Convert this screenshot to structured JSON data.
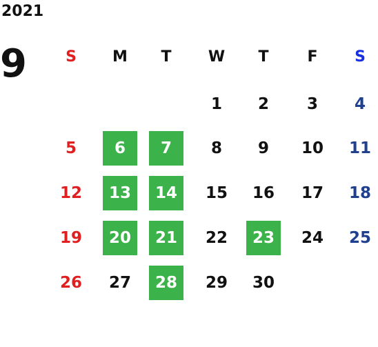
{
  "calendar": {
    "year": "2021",
    "month": "9",
    "weekdays": [
      "S",
      "M",
      "T",
      "W",
      "T",
      "F",
      "S"
    ],
    "weeks": [
      [
        "",
        "",
        "",
        "1",
        "2",
        "3",
        "4"
      ],
      [
        "5",
        "6",
        "7",
        "8",
        "9",
        "10",
        "11"
      ],
      [
        "12",
        "13",
        "14",
        "15",
        "16",
        "17",
        "18"
      ],
      [
        "19",
        "20",
        "21",
        "22",
        "23",
        "24",
        "25"
      ],
      [
        "26",
        "27",
        "28",
        "29",
        "30",
        "",
        ""
      ]
    ],
    "highlighted_days": [
      "6",
      "7",
      "13",
      "14",
      "20",
      "21",
      "23",
      "28"
    ]
  },
  "colors": {
    "highlight_bg": "#3bb34a",
    "highlight_text": "#ffffff",
    "sunday": "#e02020",
    "saturday": "#1f3f8f",
    "sunday_header": "#e02020",
    "saturday_header": "#1a2fe0",
    "default_text": "#111111"
  }
}
